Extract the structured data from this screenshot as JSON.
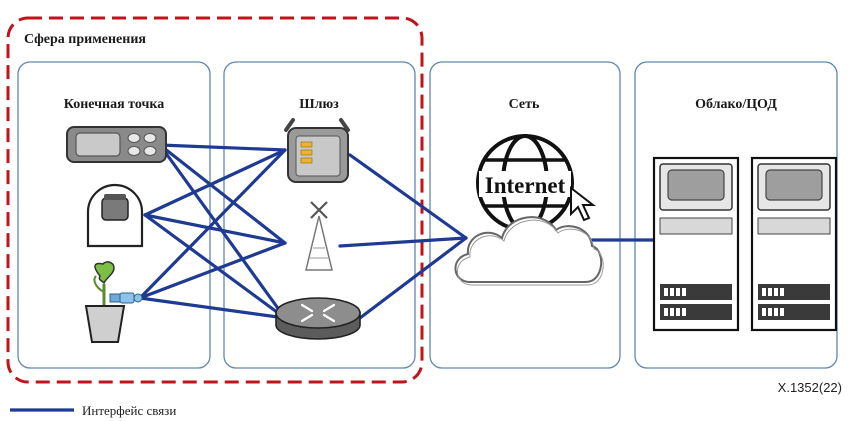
{
  "scope": {
    "label": "Сфера применения",
    "border_color": "#c0141c"
  },
  "panels": {
    "endpoint": "Конечная точка",
    "gateway": "Шлюз",
    "network": "Сеть",
    "cloud": "Облако/ЦОД"
  },
  "network_icon_text": "Internet",
  "figure_id": "X.1352(22)",
  "legend": {
    "label": "Интерфейс связи",
    "line_color": "#1f3a93"
  },
  "icons": {
    "endpoints": [
      "sensor-device-icon",
      "camera-device-icon",
      "smart-plant-pot-icon"
    ],
    "gateways": [
      "gateway-box-icon",
      "antenna-tower-icon",
      "router-icon"
    ],
    "network": [
      "globe-icon",
      "cloud-icon"
    ],
    "cloud": [
      "server-rack-icon",
      "server-rack-icon"
    ]
  }
}
